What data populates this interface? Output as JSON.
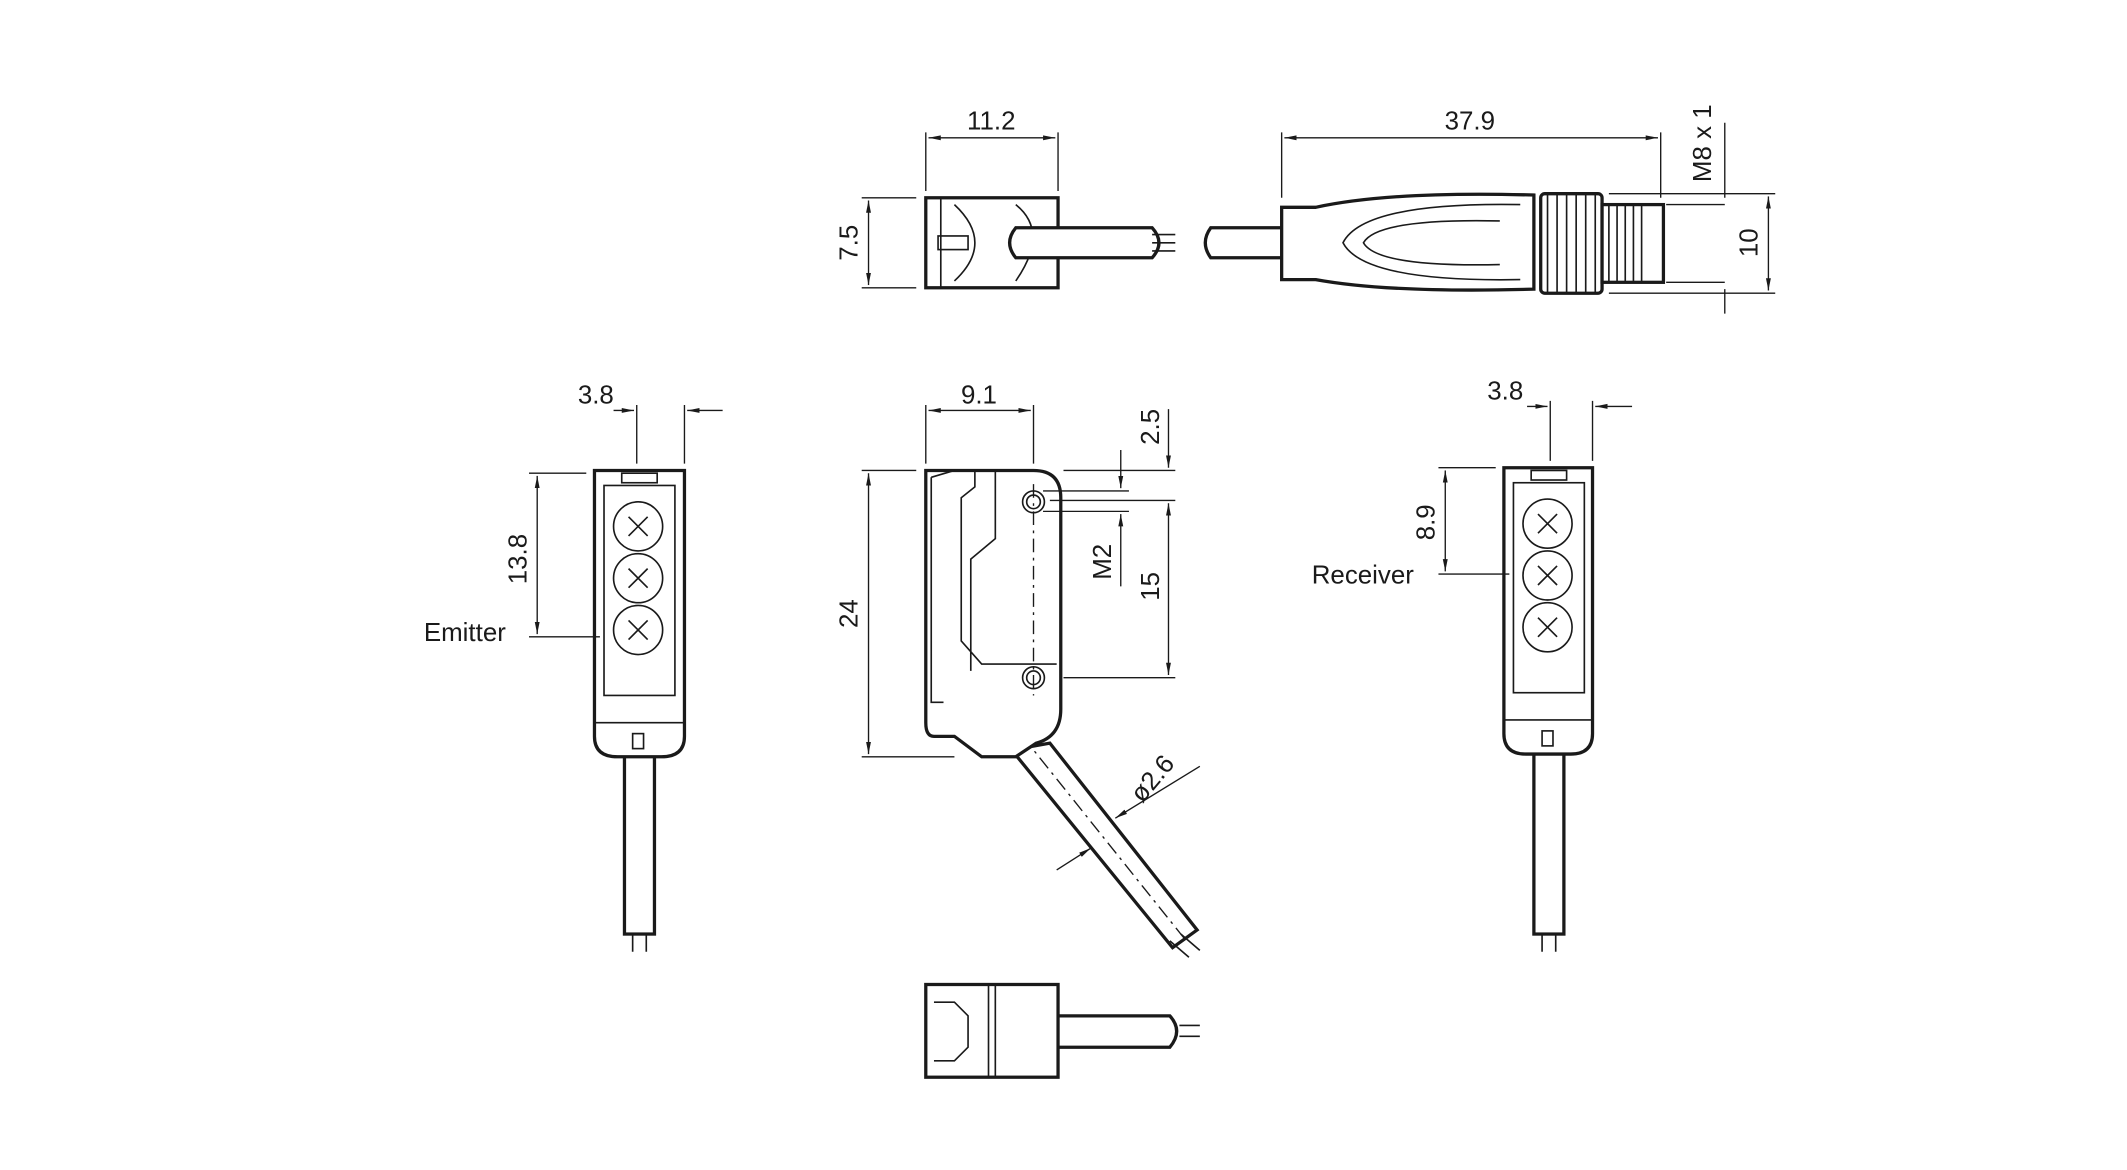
{
  "title": "Through-beam sensor dimension drawing",
  "dimensions": {
    "top_width": "11.2",
    "top_height": "7.5",
    "connector_length": "37.9",
    "connector_thread": "M8 x 1",
    "connector_diameter": "10",
    "emitter_width": "3.8",
    "emitter_lens_height": "13.8",
    "side_width": "9.1",
    "side_offset": "2.5",
    "mount_thread": "M2",
    "hole_spacing": "15",
    "side_height": "24",
    "cable_diameter": "ø2.6",
    "receiver_width": "3.8",
    "receiver_lens_height": "8.9"
  },
  "labels": {
    "emitter": "Emitter",
    "receiver": "Receiver"
  }
}
